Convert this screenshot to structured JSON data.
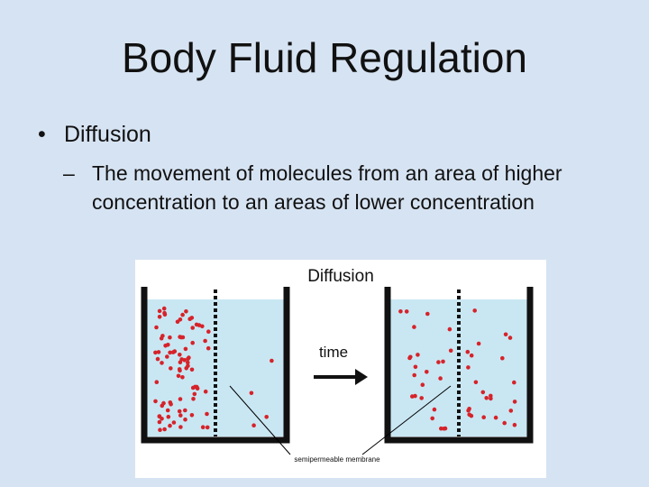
{
  "slide": {
    "title": "Body Fluid Regulation",
    "bullet": {
      "label": "Diffusion",
      "sub_dash": "–",
      "sub_text": "The movement of molecules from an area of higher concentration to an areas of lower concentration"
    }
  },
  "diagram": {
    "title": "Diffusion",
    "arrow_label": "time",
    "membrane_label": "semipermeable membrane",
    "colors": {
      "water": "#c9e7f3",
      "particle": "#d6232a",
      "container": "#111111",
      "pointer": "#000000"
    }
  }
}
